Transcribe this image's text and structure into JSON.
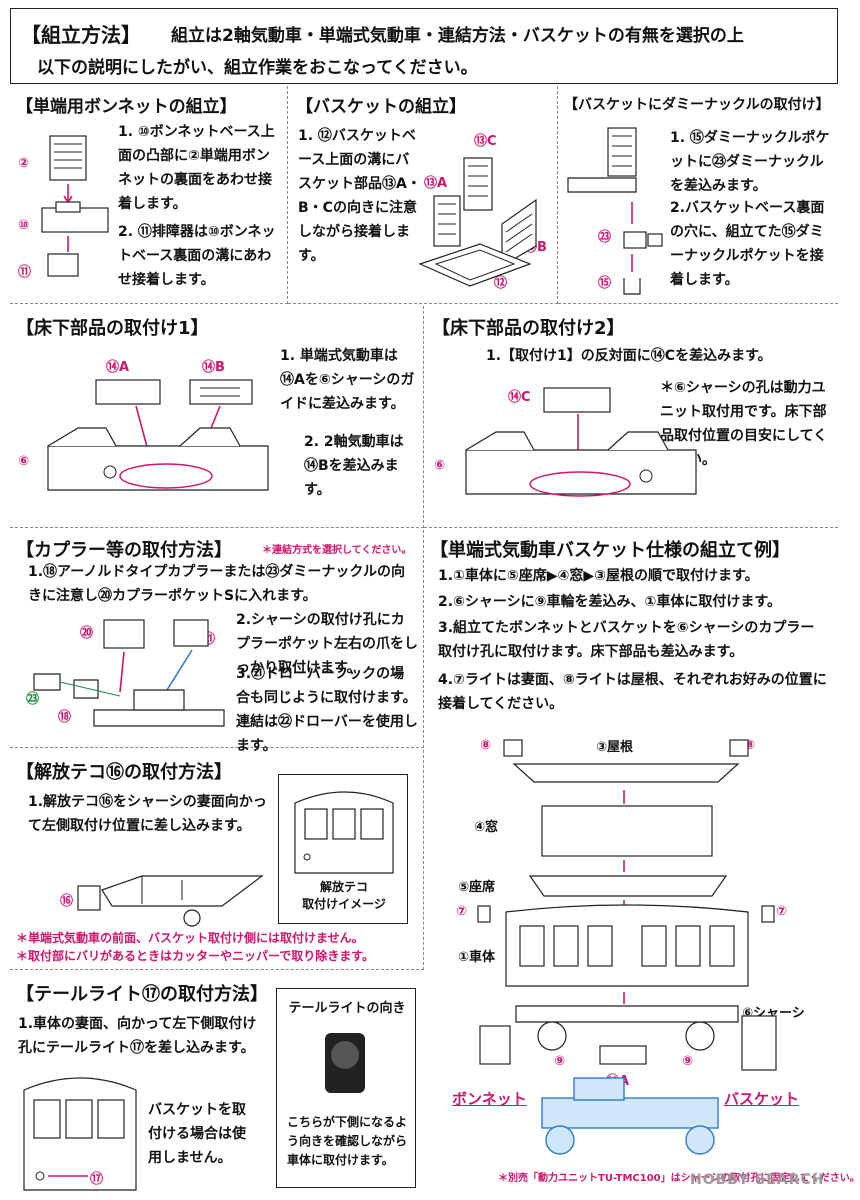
{
  "header": {
    "title": "【組立方法】",
    "text_line1": "組立は2軸気動車・単端式気動車・連結方法・バスケットの有無を選択の上",
    "text_line2": "以下の説明にしたがい、組立作業をおこなってください。"
  },
  "bonnet": {
    "title": "【単端用ボンネットの組立】",
    "steps": [
      "1. ⑩ボンネットベース上面の凸部に②単端用ボンネットの裏面をあわせ接着します。",
      "2. ⑪排障器は⑩ボンネットベース裏面の溝にあわせ接着します。"
    ],
    "labels": [
      "②",
      "⑩",
      "⑪"
    ]
  },
  "basket": {
    "title": "【バスケットの組立】",
    "steps": [
      "1. ⑫バスケットベース上面の溝にバスケット部品⑬A・B・Cの向きに注意しながら接着します。"
    ],
    "labels": [
      "⑬C",
      "⑬A",
      "⑬B",
      "⑫"
    ]
  },
  "dummy_knuckle": {
    "title": "【バスケットにダミーナックルの取付け】",
    "steps": [
      "1. ⑮ダミーナックルポケットに㉓ダミーナックルを差込みます。",
      "2.バスケットベース裏面の穴に、組立てた⑮ダミーナックルポケットを接着します。"
    ],
    "labels": [
      "㉓",
      "⑮"
    ]
  },
  "underfloor1": {
    "title": "【床下部品の取付け1】",
    "steps": [
      "1. 単端式気動車は⑭Aを⑥シャーシのガイドに差込みます。",
      "2. 2軸気動車は⑭Bを差込みます。"
    ],
    "labels": [
      "⑭A",
      "⑭B",
      "⑥"
    ]
  },
  "underfloor2": {
    "title": "【床下部品の取付け2】",
    "steps": [
      "1.【取付け1】の反対面に⑭Cを差込みます。",
      "＊⑥シャーシの孔は動力ユニット取付用です。床下部品取付位置の目安にしてください。"
    ],
    "labels": [
      "⑭C",
      "⑥"
    ]
  },
  "coupler": {
    "title": "【カプラー等の取付方法】",
    "note": "＊連結方式を選択してください。",
    "steps": [
      "1.⑱アーノルドタイプカプラーまたは㉓ダミーナックルの向きに注意し⑳カプラーポケットSに入れます。",
      "2.シャーシの取付け孔にカプラーポケット左右の爪をしっかり取付けます。",
      "3.㉑ドローバーフックの場合も同じように取付けます。連結は㉒ドローバーを使用します。"
    ],
    "labels": [
      "⑳",
      "㉑",
      "㉓",
      "⑱"
    ]
  },
  "example": {
    "title": "【単端式気動車バスケット仕様の組立て例】",
    "steps": [
      "1.①車体に⑤座席▶④窓▶③屋根の順で取付けます。",
      "2.⑥シャーシに⑨車輪を差込み、①車体に取付けます。",
      "3.組立てたボンネットとバスケットを⑥シャーシのカプラー取付け孔に取付けます。床下部品も差込みます。",
      "4.⑦ライトは妻面、⑧ライトは屋根、それぞれお好みの位置に接着してください。"
    ],
    "labels": {
      "roof": "③屋根",
      "window": "④窓",
      "seat": "⑤座席",
      "body": "①車体",
      "chassis": "⑥シャーシ",
      "l8": "⑧",
      "l7": "⑦",
      "l9": "⑨",
      "l14a": "⑭A",
      "bonnet": "ボンネット",
      "basket": "バスケット"
    },
    "footer": "＊別売「動力ユニットTU-TMC100」はシャーシの取付孔に固定してください。"
  },
  "release": {
    "title": "【解放テコ⑯の取付方法】",
    "steps": [
      "1.解放テコ⑯をシャーシの妻面向かって左側取付け位置に差し込みます。"
    ],
    "image_caption": "解放テコ\n取付けイメージ",
    "label": "⑯",
    "notes": [
      "＊単端式気動車の前面、バスケット取付け側には取付けません。",
      "＊取付部にバリがあるときはカッターやニッパーで取り除きます。"
    ]
  },
  "taillight": {
    "title": "【テールライト⑰の取付方法】",
    "steps": [
      "1.車体の妻面、向かって左下側取付け孔にテールライト⑰を差し込みます。"
    ],
    "basket_note": "バスケットを取付ける場合は使用しません。",
    "box_title": "テールライトの向き",
    "box_text": "こちらが下側になるよう向きを確認しながら車体に取付けます。",
    "label": "⑰"
  },
  "watermark": "HOBBY SEARCH"
}
